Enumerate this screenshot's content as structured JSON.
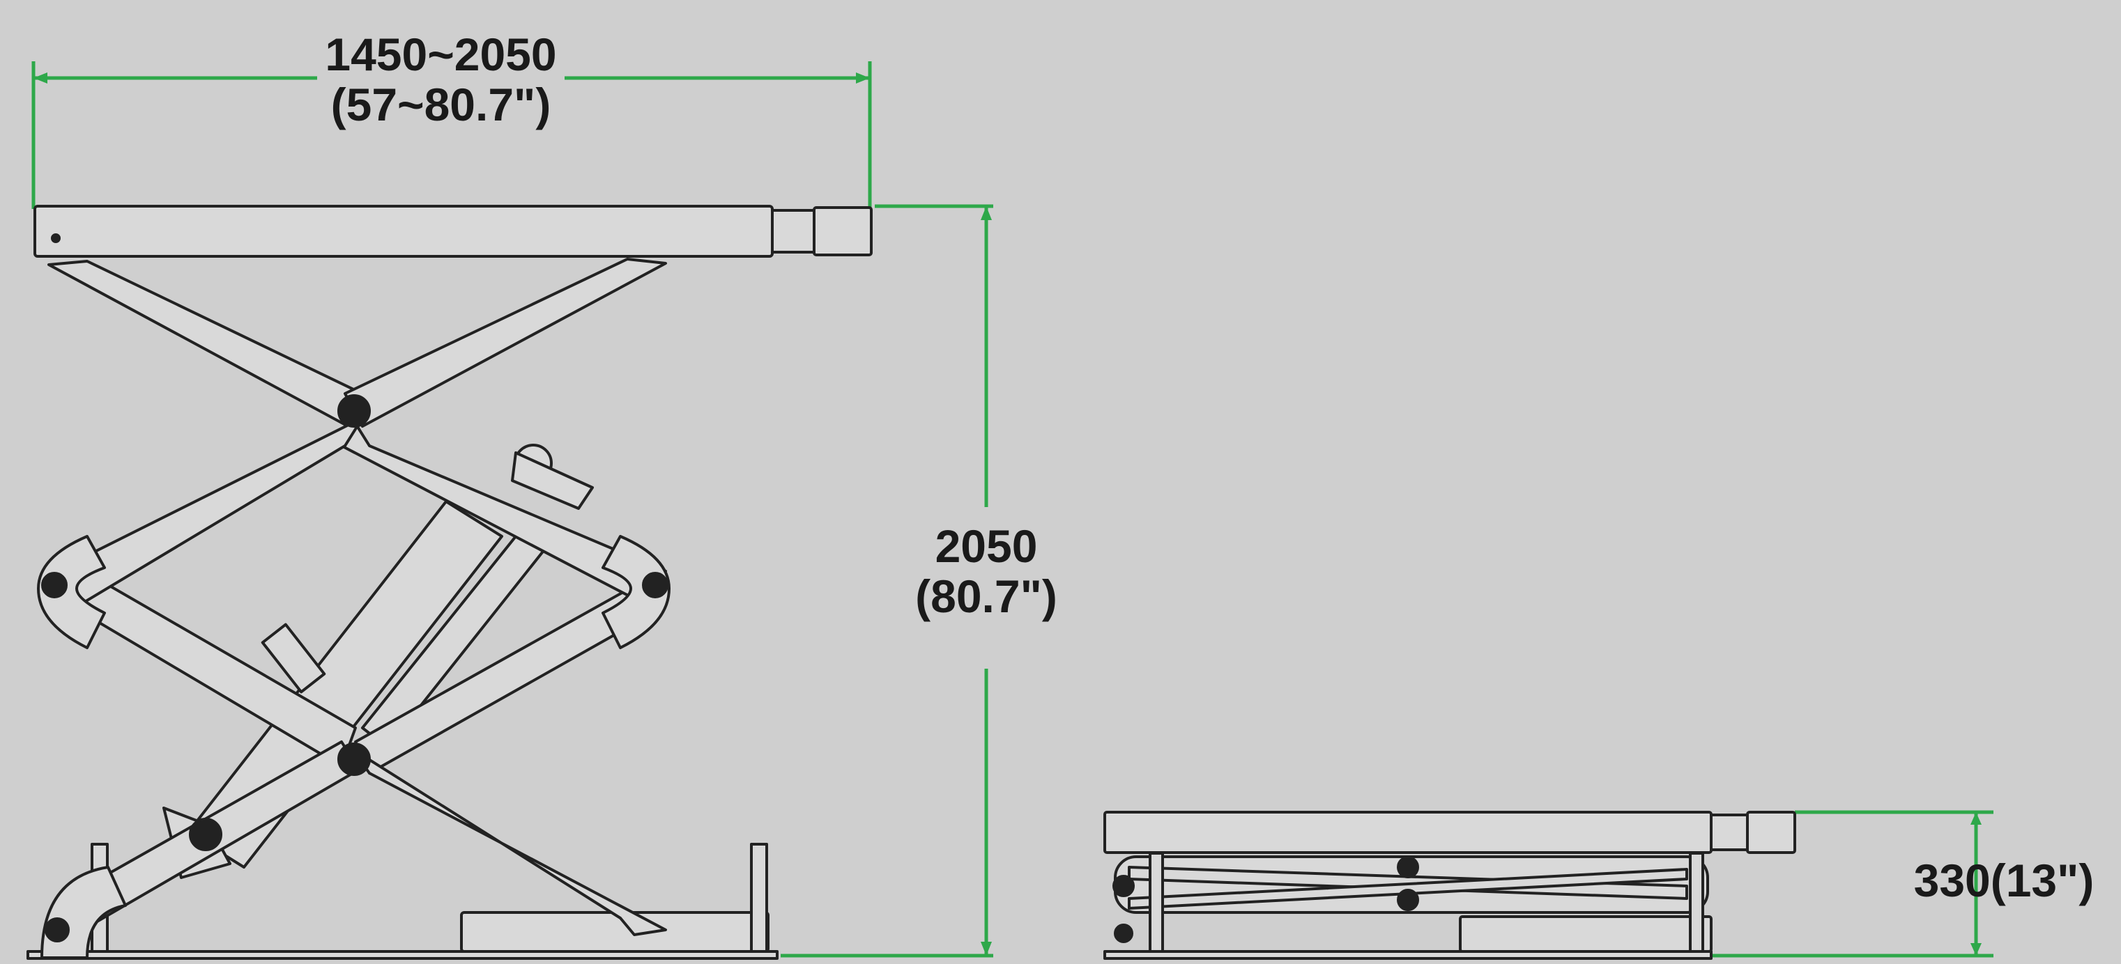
{
  "diagram": {
    "colors": {
      "background": "#cfcfcf",
      "outline": "#222222",
      "fill": "#d9d9d9",
      "dimension_line": "#2ea84a",
      "text": "#1a1a1a"
    },
    "raised_lift": {
      "width_dimension": {
        "mm": "1450~2050",
        "inch": "(57~80.7\")"
      },
      "height_dimension": {
        "mm": "2050",
        "inch": "(80.7\")"
      }
    },
    "lowered_lift": {
      "height_dimension": {
        "text": "330(13\")"
      }
    }
  }
}
